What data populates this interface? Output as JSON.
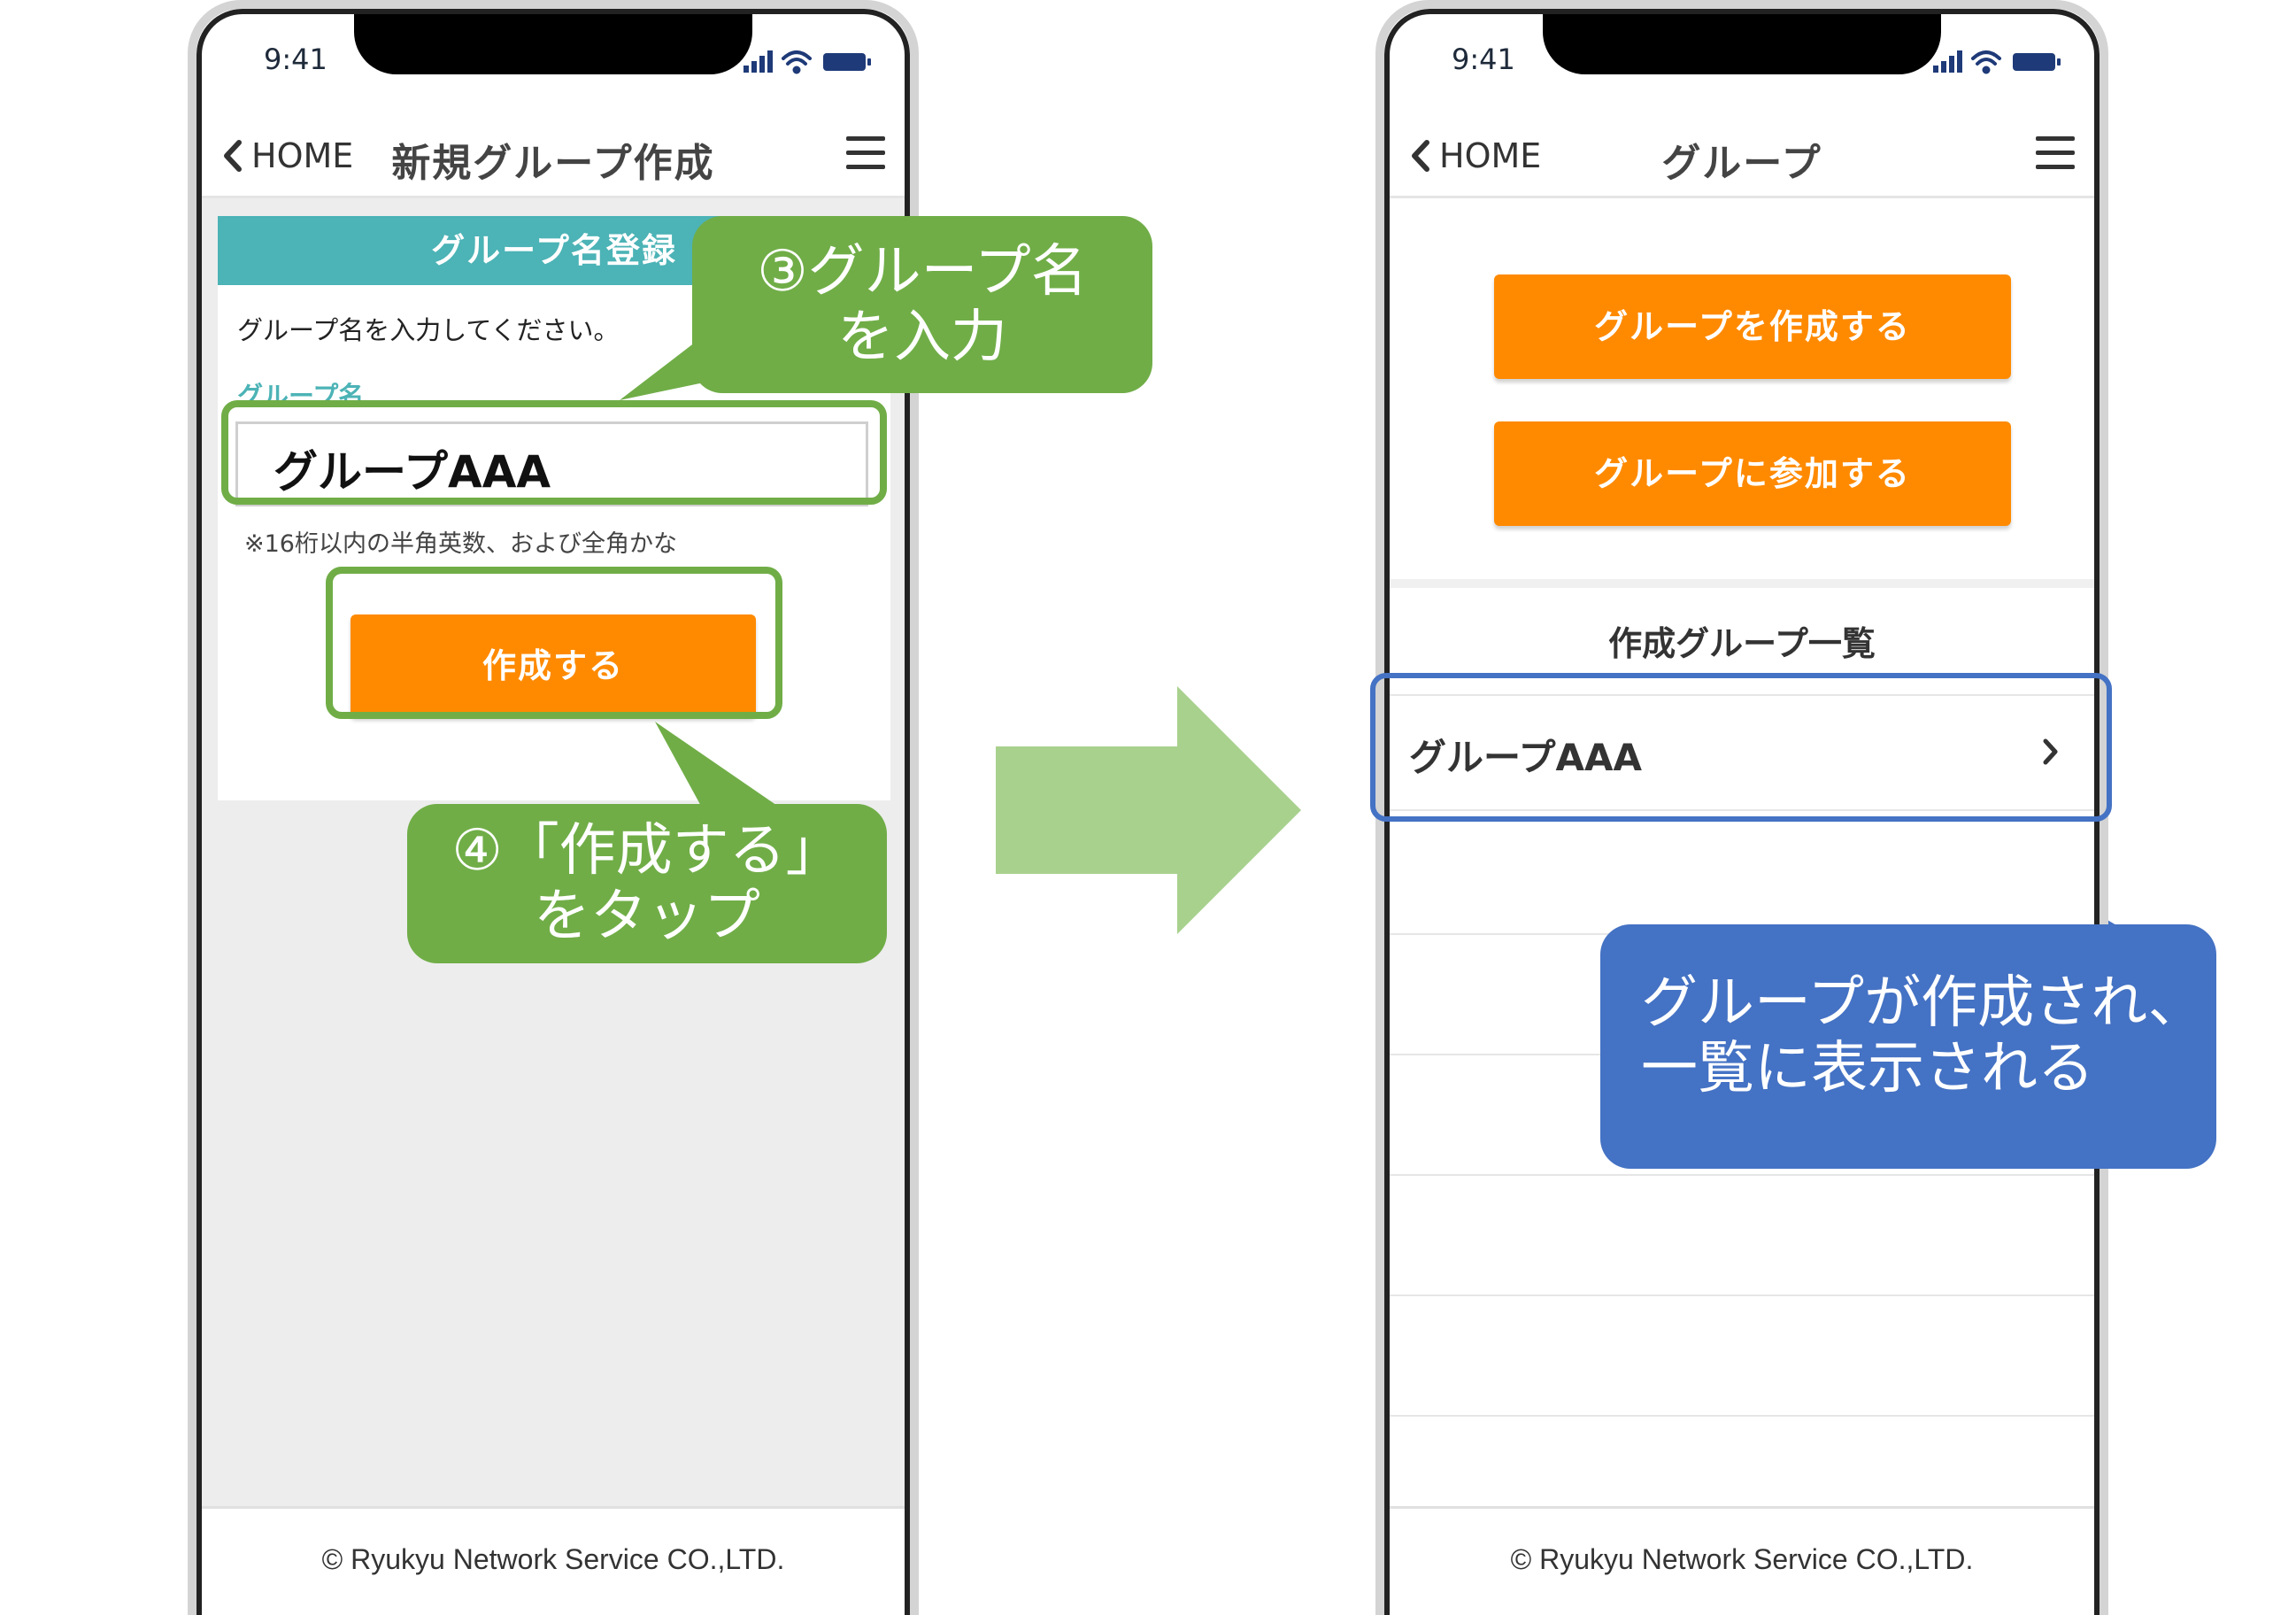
{
  "left_screen": {
    "time": "9:41",
    "back_label": "HOME",
    "title": "新規グループ作成",
    "card_header": "グループ名登録",
    "instruction": "グループ名を入力してください。",
    "field_label": "グループ名",
    "input_value": "グループAAA",
    "hint": "※16桁以内の半角英数、および全角かな",
    "create_button": "作成する",
    "footer": "© Ryukyu Network Service CO.,LTD."
  },
  "right_screen": {
    "time": "9:41",
    "back_label": "HOME",
    "title": "グループ",
    "create_group_button": "グループを作成する",
    "join_group_button": "グループに参加する",
    "list_heading": "作成グループ一覧",
    "list_items": [
      "グループAAA"
    ],
    "footer": "© Ryukyu Network Service CO.,LTD."
  },
  "callouts": {
    "step3_line1": "③グループ名",
    "step3_line2": "を入力",
    "step4_line1": "④「作成する」",
    "step4_line2": "をタップ",
    "result_line1": "グループが作成され、",
    "result_line2": "一覧に表示される"
  },
  "colors": {
    "accent_orange": "#ff8a00",
    "teal_header": "#4cb3b6",
    "callout_green": "#70ad47",
    "callout_blue": "#4472c4",
    "arrow_green": "#a9d18e"
  },
  "icons": {
    "back": "chevron-left-icon",
    "menu": "hamburger-menu-icon",
    "row_chevron": "chevron-right-icon",
    "signal": "signal-icon",
    "wifi": "wifi-icon",
    "battery": "battery-icon"
  }
}
